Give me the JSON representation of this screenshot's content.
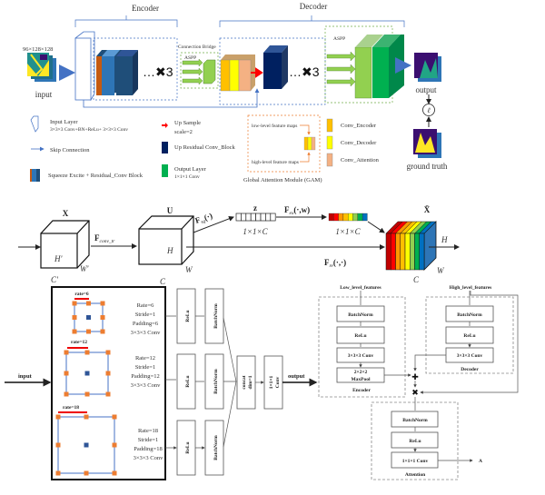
{
  "top": {
    "encoder_label": "Encoder",
    "decoder_label": "Decoder",
    "input_dims": "96×128×128",
    "input_label": "input",
    "repeat_label_encoder": "…✖3",
    "repeat_label_decoder": "…✖3",
    "connection_bridge_label": "Connection Bridge",
    "bridge_aspp_label": "ASPP",
    "decoder_aspp_label": "ASPP",
    "output_label": "output",
    "loss_symbol": "ℓ",
    "ground_truth_label": "ground truth",
    "legend": {
      "input_layer": "Input Layer",
      "input_layer_desc": "3×3×3 Conv+BN+ReLu+ 3×3×3 Conv",
      "skip_connection": "Skip Connection",
      "se_block": "Squeeze Excite + Residual_Conv Block",
      "up_sample": "Up Sample",
      "up_sample_scale": "scale=2",
      "up_residual": "Up Residual Conv_Block",
      "output_layer": "Output Layer",
      "output_layer_desc": "1×1×1 Conv",
      "conv_encoder": "Conv_Encoder",
      "conv_decoder": "Conv_Decoder",
      "conv_attention": "Conv_Attention"
    },
    "gam": {
      "low_level": "low-level feature maps",
      "high_level": "high-level feature maps",
      "caption": "Global Attention Module (GAM)"
    },
    "colors": {
      "encoder_blue": "#2e75b6",
      "navy": "#1f3864",
      "orange": "#c55a11",
      "green": "#70ad47",
      "dark_green": "#00b050",
      "red": "#ff0000",
      "yellow": "#ffc000"
    }
  },
  "se": {
    "x_label": "X",
    "u_label": "U",
    "z_label": "z",
    "xbar_label": "X̄",
    "f_conv_tr": "F",
    "f_conv_tr_sub": "conv_tr",
    "f_sq": "F",
    "f_sq_sub": "sq",
    "f_sq_arg": "(·)",
    "f_ex": "F",
    "f_ex_sub": "ex",
    "f_ex_arg": "(·,w)",
    "f_re": "F",
    "f_re_sub": "re",
    "f_re_arg": "(·,·)",
    "z_dims": "1×1×C",
    "s_dims": "1×1×C",
    "h_prime": "H'",
    "w_prime": "W'",
    "c_prime": "C'",
    "h": "H",
    "w": "W",
    "c": "C",
    "h_out": "H",
    "w_out": "W",
    "c_out": "C",
    "bar_colors": [
      "#c00000",
      "#ff0000",
      "#ff9900",
      "#ffc000",
      "#ffff00",
      "#92d050",
      "#00b050",
      "#0070c0"
    ]
  },
  "aspp": {
    "input_label": "input",
    "output_label": "output",
    "branches": [
      {
        "rate_tag": "rate=6",
        "lines": [
          "Rate=6",
          "Stride=1",
          "Padding=6",
          "3×3×3 Conv"
        ],
        "relu": "ReLu",
        "bn": "BatchNorm"
      },
      {
        "rate_tag": "rate=12",
        "lines": [
          "Rate=12",
          "Stride=1",
          "Padding=12",
          "3×3×3 Conv"
        ],
        "relu": "ReLu",
        "bn": "BatchNorm"
      },
      {
        "rate_tag": "rate=18",
        "lines": [
          "Rate=18",
          "Stride=1",
          "Padding=18",
          "3×3×3 Conv"
        ],
        "relu": "ReLu",
        "bn": "BatchNorm"
      }
    ],
    "concat": [
      "concat",
      "dim=1"
    ],
    "conv": [
      "1×1×1",
      "Conv"
    ]
  },
  "attention": {
    "low_level": "Low_level_features",
    "high_level": "High_level_features",
    "encoder": {
      "title": "Encoder",
      "blocks": [
        "BatchNorm",
        "ReLu",
        "3×3×3 Conv",
        "2×2×2",
        "MaxPool"
      ]
    },
    "decoder": {
      "title": "Decoder",
      "blocks": [
        "BatchNorm",
        "ReLu",
        "3×3×3 Conv"
      ]
    },
    "attn": {
      "title": "Attention",
      "blocks": [
        "BatchNorm",
        "ReLu",
        "1×1×1 Conv"
      ]
    },
    "add_symbol": "✚",
    "mul_symbol": "✖",
    "output": "A"
  }
}
